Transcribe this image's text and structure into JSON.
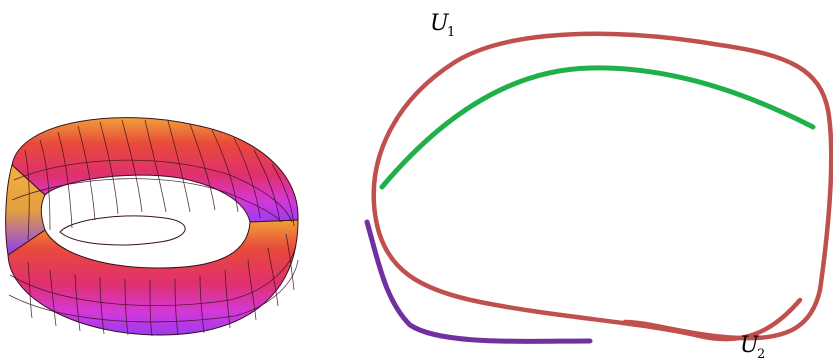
{
  "labels": {
    "u1_main": "U",
    "u1_sub": "1",
    "u2_main": "U",
    "u2_sub": "2"
  },
  "colors": {
    "set_curve": "#c0504d",
    "green_curve": "#1fb04a",
    "purple_curve": "#7030a0",
    "strip_dark": "#9b30ff",
    "strip_mid": "#e0307a",
    "strip_orange": "#e8743a",
    "mesh_line": "#3a1020"
  }
}
